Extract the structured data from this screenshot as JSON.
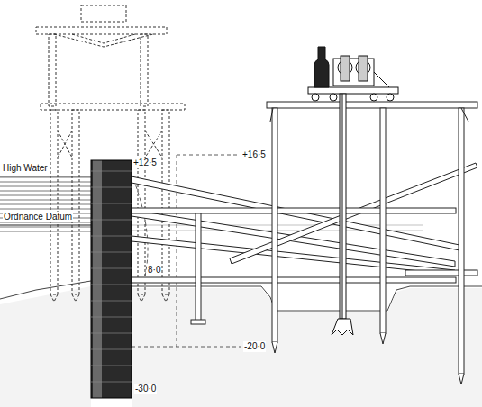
{
  "diagram": {
    "labels": [
      "High Water",
      "+12·5",
      "+16·5",
      "Ordnance Datum",
      "8·0",
      "-20·0",
      "-30·0"
    ]
  }
}
